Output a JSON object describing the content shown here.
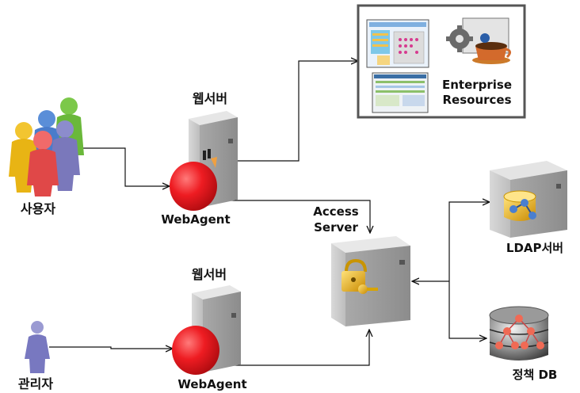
{
  "labels": {
    "users": "사용자",
    "admin": "관리자",
    "webserver_top": "웹서버",
    "webserver_bottom": "웹서버",
    "webagent_top": "WebAgent",
    "webagent_bottom": "WebAgent",
    "access_server_line1": "Access",
    "access_server_line2": "Server",
    "ldap_server": "LDAP서버",
    "policy_db": "정책 DB",
    "enterprise_line1": "Enterprise",
    "enterprise_line2": "Resources"
  },
  "colors": {
    "line": "#111111",
    "server_body": "#c9c9c9",
    "server_side": "#9a9a9a",
    "webagent_red": "#e8151b",
    "enterprise_border": "#555555"
  },
  "icons": [
    "users-icon",
    "admin-icon",
    "web-server-icon",
    "webagent-icon",
    "access-server-icon",
    "lock-icon",
    "key-icon",
    "ldap-server-icon",
    "policy-db-icon",
    "enterprise-resources-icon"
  ]
}
